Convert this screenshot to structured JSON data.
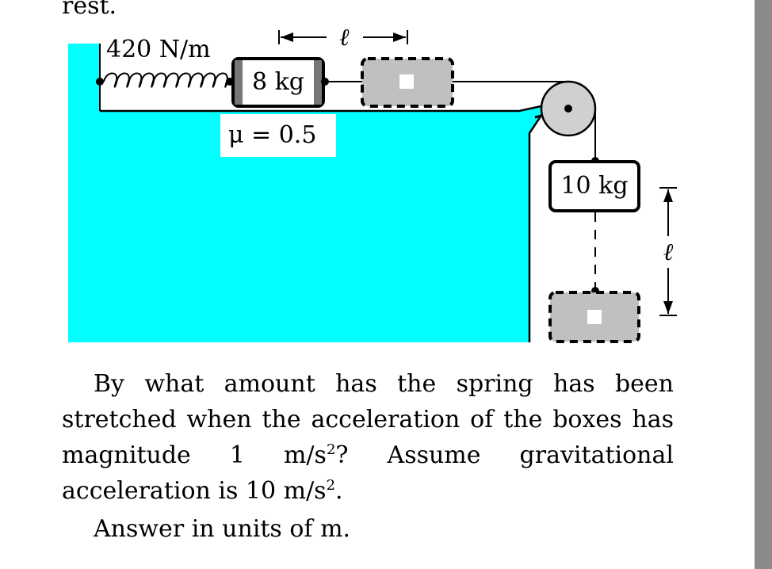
{
  "previous_text": "rest.",
  "figure": {
    "spring_constant": "420 N/m",
    "block_on_table": "8 kg",
    "friction": "μ = 0.5",
    "hanging_block": "10 kg",
    "displacement_label": "ℓ",
    "table_color": "#00ffff",
    "block_ghost_color": "#c0c0c0",
    "pulley_color": "#d0d0d0"
  },
  "problem": {
    "part1": "By what amount has the spring has been stretched when the acceleration of the boxes has magnitude 1 m/s",
    "exp1": "2",
    "part2": "? Assume gravitational acceleration is 10 m/s",
    "exp2": "2",
    "part3": "."
  },
  "answer_line": "Answer in units of  m."
}
